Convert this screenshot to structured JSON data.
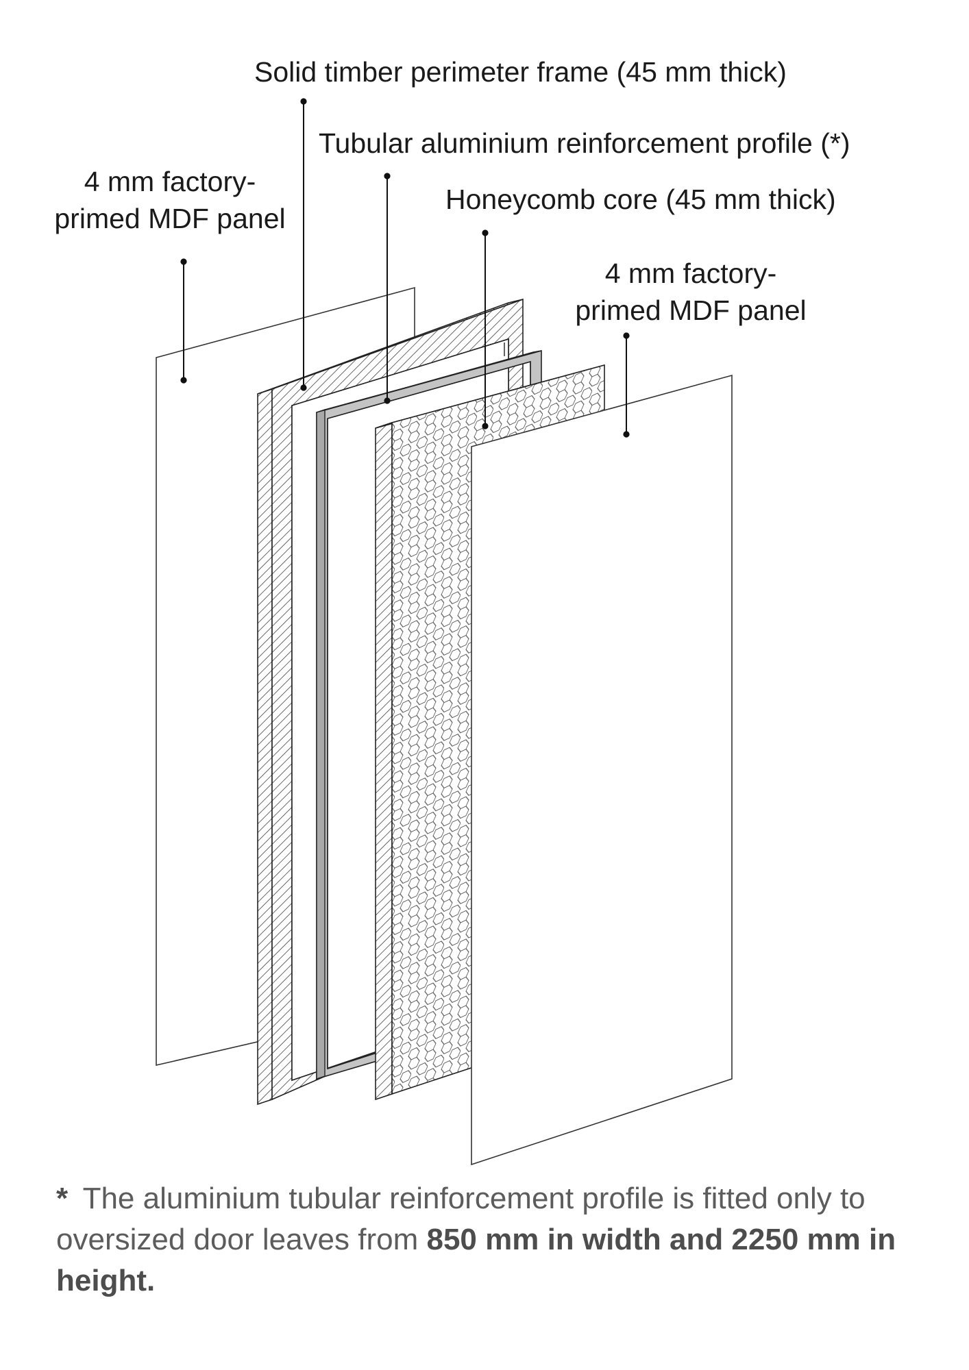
{
  "labels": {
    "frame": "Solid timber perimeter frame (45 mm thick)",
    "profile": "Tubular aluminium reinforcement profile (*)",
    "core": "Honeycomb core (45 mm thick)",
    "panel_back": {
      "line1": "4 mm factory-",
      "line2": "primed MDF panel"
    },
    "panel_front": {
      "line1": "4 mm factory-",
      "line2": "primed MDF panel"
    }
  },
  "footnote": {
    "marker": "*",
    "text": "The aluminium tubular reinforcement profile is fitted only to oversized door leaves from ",
    "bold": "850 mm in width and 2250 mm in height."
  },
  "colors": {
    "line": "#222222",
    "aluminium": "#bdbdbd",
    "footnote_text": "#5c5c5c"
  }
}
